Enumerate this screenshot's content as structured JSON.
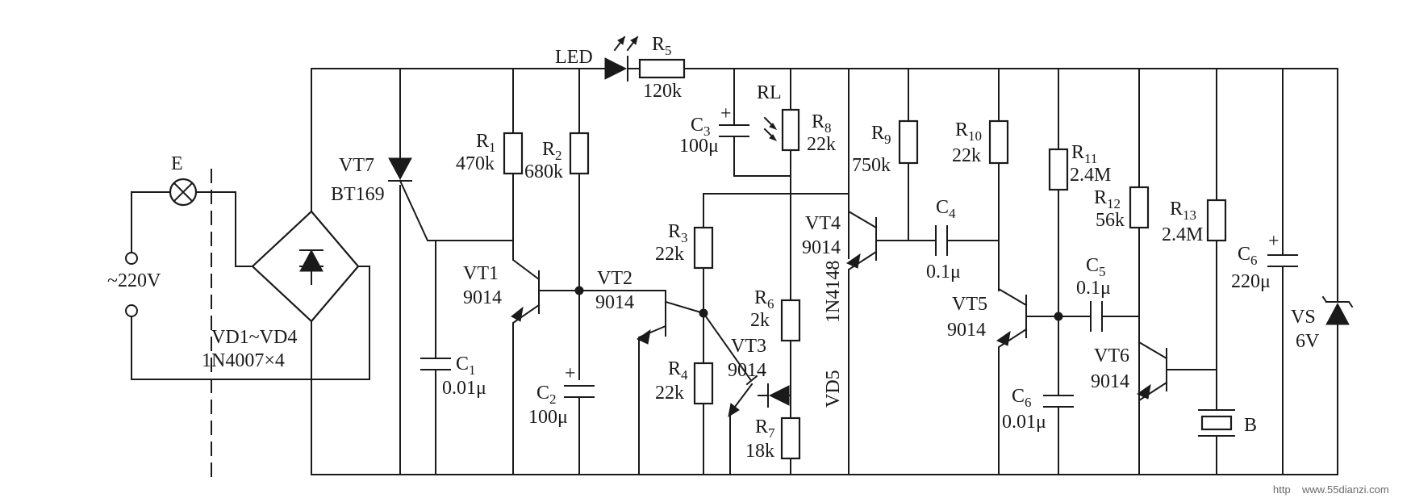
{
  "components": {
    "lamp": {
      "ref": "E"
    },
    "supply": {
      "value": "~220V"
    },
    "bridge": {
      "ref": "VD1~VD4",
      "value": "1N4007×4"
    },
    "vt7": {
      "ref": "VT7",
      "value": "BT169"
    },
    "led": {
      "ref": "LED"
    },
    "r5": {
      "ref": "R",
      "sub": "5",
      "value": "120k"
    },
    "r1": {
      "ref": "R",
      "sub": "1",
      "value": "470k"
    },
    "r2": {
      "ref": "R",
      "sub": "2",
      "value": "680k"
    },
    "c3": {
      "ref": "C",
      "sub": "3",
      "value": "100μ"
    },
    "rl": {
      "ref": "RL"
    },
    "r8": {
      "ref": "R",
      "sub": "8",
      "value": "22k"
    },
    "r9": {
      "ref": "R",
      "sub": "9",
      "value": "750k"
    },
    "r10": {
      "ref": "R",
      "sub": "10",
      "value": "22k"
    },
    "r11": {
      "ref": "R",
      "sub": "11",
      "value": "2.4M"
    },
    "r12": {
      "ref": "R",
      "sub": "12",
      "value": "56k"
    },
    "r13": {
      "ref": "R",
      "sub": "13",
      "value": "2.4M"
    },
    "r3": {
      "ref": "R",
      "sub": "3",
      "value": "22k"
    },
    "r4": {
      "ref": "R",
      "sub": "4",
      "value": "22k"
    },
    "r6": {
      "ref": "R",
      "sub": "6",
      "value": "2k"
    },
    "r7": {
      "ref": "R",
      "sub": "7",
      "value": "18k"
    },
    "c1": {
      "ref": "C",
      "sub": "1",
      "value": "0.01μ"
    },
    "c2": {
      "ref": "C",
      "sub": "2",
      "value": "100μ"
    },
    "c4": {
      "ref": "C",
      "sub": "4",
      "value": "0.1μ"
    },
    "c5": {
      "ref": "C",
      "sub": "5",
      "value": "0.1μ"
    },
    "c6a": {
      "ref": "C",
      "sub": "6",
      "value": "0.01μ"
    },
    "c6b": {
      "ref": "C",
      "sub": "6",
      "value": "220μ"
    },
    "vt1": {
      "ref": "VT1",
      "value": "9014"
    },
    "vt2": {
      "ref": "VT2",
      "value": "9014"
    },
    "vt3": {
      "ref": "VT3",
      "value": "9014"
    },
    "vt4": {
      "ref": "VT4",
      "value": "9014"
    },
    "vt5": {
      "ref": "VT5",
      "value": "9014"
    },
    "vt6": {
      "ref": "VT6",
      "value": "9014"
    },
    "vd5": {
      "ref": "VD5",
      "value": "1N4148"
    },
    "vs": {
      "ref": "VS",
      "value": "6V"
    },
    "buzzer": {
      "ref": "B"
    }
  },
  "polarity_mark": "+",
  "watermark": {
    "prefix": "http",
    "site": "www.55dianzi.com"
  }
}
